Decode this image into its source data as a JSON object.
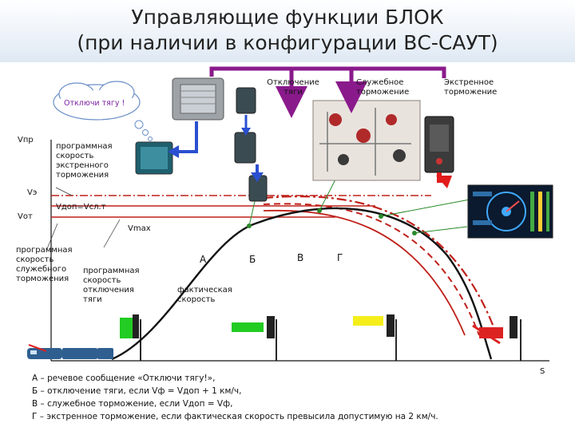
{
  "header": {
    "title_line1": "Управляющие функции БЛОК",
    "title_line2": "(при наличии в конфигурации ВС-САУТ)"
  },
  "cloud": {
    "text": "Отключи тягу !"
  },
  "top_labels": {
    "traction_off": "Отключение тяги",
    "service_brake": "Служебное торможение",
    "emergency_brake": "Экстренное торможение"
  },
  "axis": {
    "v_pr": "Vпр",
    "v_e": "Vэ",
    "v_ot": "Vот",
    "v_dop": "Vдоп=Vсл.т",
    "v_max": "Vmax",
    "s": "S"
  },
  "curve_labels": {
    "emergency_program": "программная скорость экстренного торможения",
    "service_program": "программная скорость служебного торможения",
    "traction_program": "программная скорость отключения тяги",
    "actual": "фактическая скорость"
  },
  "points": [
    "А",
    "Б",
    "В",
    "Г"
  ],
  "notes": [
    "А – речевое сообщение «Отключи тягу!»,",
    "Б – отключение тяги, если Vф = Vдоп + 1 км/ч,",
    "В – служебное торможение, если Vдоп = Vф,",
    "Г – экстренное торможение, если фактическая скорость превысила допустимую на 2 км/ч."
  ],
  "colors": {
    "curve": "#c0201a",
    "arrow_purple": "#8a1a8c",
    "arrow_blue": "#2a4fd0",
    "arrow_red": "#e21b1b",
    "signal_green": "#22cc22",
    "signal_yellow": "#f5ee1a",
    "signal_red": "#dd2222",
    "connector_green": "#2a8a2a"
  }
}
